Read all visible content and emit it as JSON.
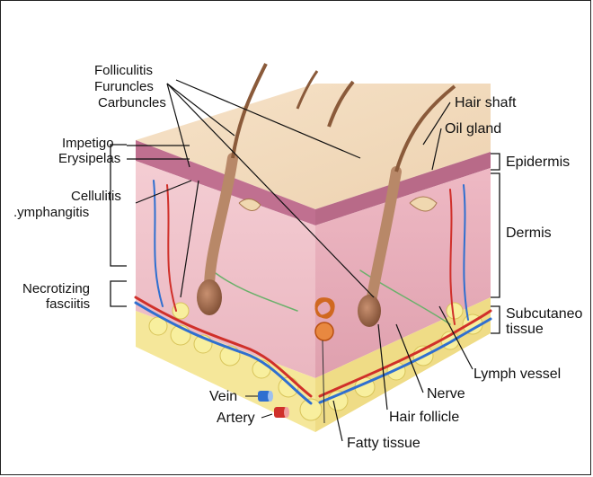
{
  "labels": {
    "folliculitis": "Folliculitis",
    "furuncles": "Furuncles",
    "carbuncles": "Carbuncles",
    "impetigo": "Impetigo",
    "erysipelas": "Erysipelas",
    "cellulitis": "Cellulitis",
    "lymphangitis": ".ymphangitis",
    "necrotizing": "Necrotizing",
    "fasciitis": "fasciitis",
    "hair_shaft": "Hair shaft",
    "oil_gland": "Oil gland",
    "epidermis": "Epidermis",
    "dermis": "Dermis",
    "subcutaneous_1": "Subcutaneo",
    "subcutaneous_2": "tissue",
    "lymph_vessel": "Lymph vessel",
    "nerve": "Nerve",
    "hair_follicle": "Hair follicle",
    "fatty_tissue": "Fatty tissue",
    "vein": "Vein",
    "artery": "Artery"
  },
  "colors": {
    "epidermis": "#f3dcc0",
    "dermis_front": "#f1c4cc",
    "dermis_side": "#e8aebc",
    "fat": "#f6eca0",
    "vein": "#2f6fd0",
    "artery": "#d0302a",
    "hair": "#8a5a3a"
  }
}
